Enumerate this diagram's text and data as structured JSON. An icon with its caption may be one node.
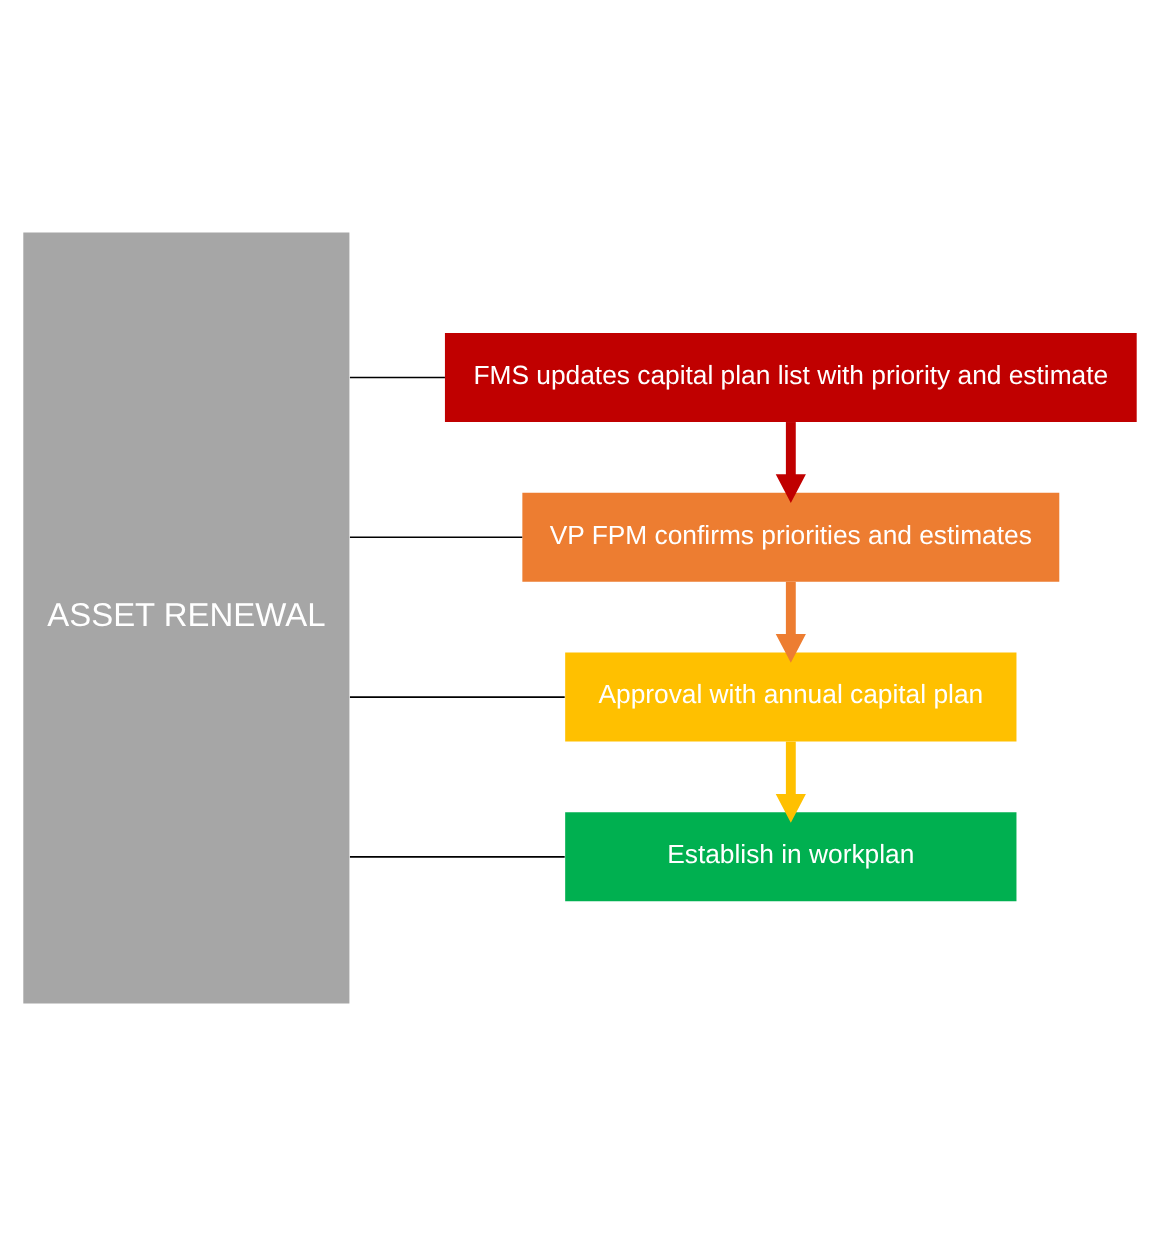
{
  "diagram": {
    "nodes": [
      {
        "text": [
          "ASSET RENEWAL"
        ]
      },
      {
        "text": [
          "FMS updates capital plan list with priority and estimate"
        ]
      },
      {
        "text": [
          "VP FPM confirms priorities and estimates"
        ]
      },
      {
        "text": [
          "Approval with annual capital plan"
        ]
      },
      {
        "text": [
          "Establish in workplan"
        ]
      }
    ],
    "edges": [
      {
        "from": 0,
        "to": 1,
        "arrow": "none"
      },
      {
        "from": 0,
        "to": 2,
        "arrow": "none"
      },
      {
        "from": 0,
        "to": 3,
        "arrow": "none"
      },
      {
        "from": 0,
        "to": 4,
        "arrow": "none"
      },
      {
        "from": 1,
        "to": 2,
        "arrow": "to",
        "style": "thick",
        "color": "#c00000"
      },
      {
        "from": 2,
        "to": 3,
        "arrow": "to",
        "style": "thick",
        "color": "#ed7d31"
      },
      {
        "from": 3,
        "to": 4,
        "arrow": "to",
        "style": "thick",
        "color": "#ffc000"
      }
    ]
  }
}
